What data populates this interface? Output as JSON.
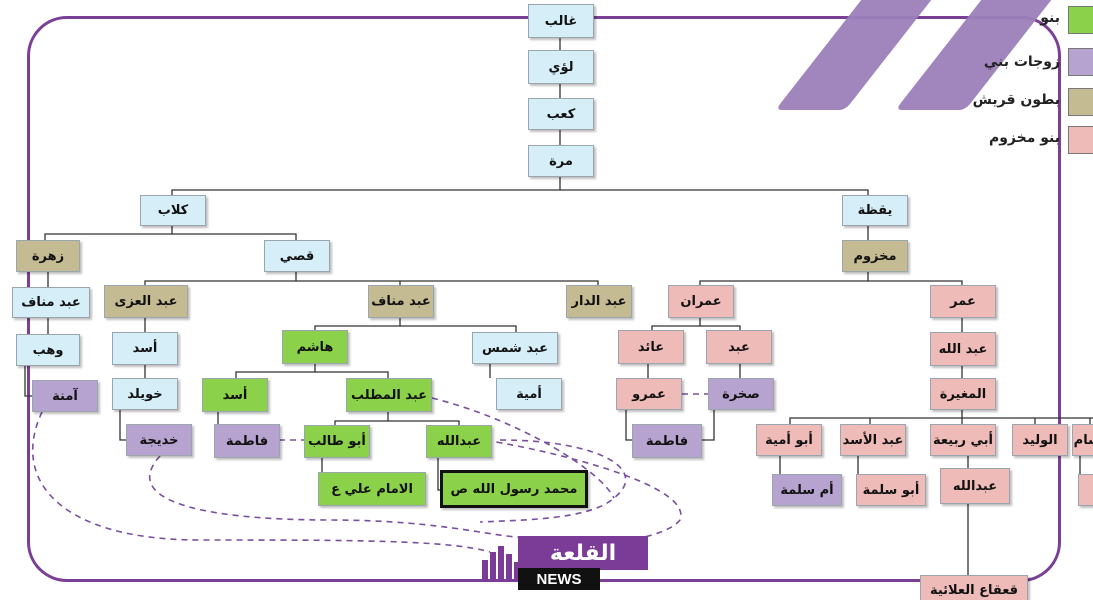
{
  "colors": {
    "frame": "#7a3f96",
    "blue": "#d6eef8",
    "green": "#8bd14a",
    "purple": "#b7a3cf",
    "tan": "#c4bb93",
    "pink": "#eebbb8"
  },
  "legend": [
    {
      "label": "بنو",
      "color": "#8bd14a"
    },
    {
      "label": "زوجات بني",
      "color": "#b7a3cf"
    },
    {
      "label": "بطون قريش",
      "color": "#c4bb93"
    },
    {
      "label": "بنو مخزوم",
      "color": "#eebbb8"
    }
  ],
  "nodes": {
    "ghalib": {
      "label": "غالب",
      "color": "blue"
    },
    "luay": {
      "label": "لؤي",
      "color": "blue"
    },
    "kaab": {
      "label": "كعب",
      "color": "blue"
    },
    "murra": {
      "label": "مرة",
      "color": "blue"
    },
    "kilab": {
      "label": "كلاب",
      "color": "blue"
    },
    "yaqaza": {
      "label": "يقظة",
      "color": "blue"
    },
    "zuhra": {
      "label": "زهرة",
      "color": "tan"
    },
    "qusay": {
      "label": "قصي",
      "color": "blue"
    },
    "makhzum": {
      "label": "مخزوم",
      "color": "tan"
    },
    "abd_manaf_zuhra": {
      "label": "عبد مناف",
      "color": "blue"
    },
    "abd_uzza": {
      "label": "عبد العزى",
      "color": "tan"
    },
    "abd_manaf": {
      "label": "عبد مناف",
      "color": "tan"
    },
    "abd_dar": {
      "label": "عبد الدار",
      "color": "tan"
    },
    "imran": {
      "label": "عمران",
      "color": "pink"
    },
    "umar": {
      "label": "عمر",
      "color": "pink"
    },
    "wahb": {
      "label": "وهب",
      "color": "blue"
    },
    "asad_uzza": {
      "label": "أسد",
      "color": "blue"
    },
    "hashim": {
      "label": "هاشم",
      "color": "green"
    },
    "abd_shams": {
      "label": "عبد شمس",
      "color": "blue"
    },
    "aidh": {
      "label": "عائد",
      "color": "pink"
    },
    "abd_imran": {
      "label": "عبد",
      "color": "pink"
    },
    "abdullah_umar": {
      "label": "عبد الله",
      "color": "pink"
    },
    "amina": {
      "label": "آمنة",
      "color": "purple"
    },
    "khuwaylid": {
      "label": "خويلد",
      "color": "blue"
    },
    "asad_hashim": {
      "label": "أسد",
      "color": "green"
    },
    "abd_muttalib": {
      "label": "عبد المطلب",
      "color": "green"
    },
    "umayya": {
      "label": "أمية",
      "color": "blue"
    },
    "amr": {
      "label": "عمرو",
      "color": "pink"
    },
    "sakhra": {
      "label": "صخرة",
      "color": "purple"
    },
    "mughira": {
      "label": "المغيرة",
      "color": "pink"
    },
    "khadija": {
      "label": "خديجة",
      "color": "purple"
    },
    "fatima_asad": {
      "label": "فاطمة",
      "color": "purple"
    },
    "abu_talib": {
      "label": "أبو طالب",
      "color": "green"
    },
    "abdullah": {
      "label": "عبدالله",
      "color": "green"
    },
    "fatima_amr": {
      "label": "فاطمة",
      "color": "purple"
    },
    "abu_umayya": {
      "label": "أبو أمية",
      "color": "pink"
    },
    "abd_asad": {
      "label": "عبد الأسد",
      "color": "pink"
    },
    "abu_rabia": {
      "label": "أبي ربيعة",
      "color": "pink"
    },
    "walid": {
      "label": "الوليد",
      "color": "pink"
    },
    "hisham": {
      "label": "هشام",
      "color": "pink"
    },
    "imam_ali": {
      "label": "الامام علي ع",
      "color": "green"
    },
    "muhammad": {
      "label": "محمد رسول الله ص",
      "color": "highlight"
    },
    "umm_salama": {
      "label": "أم سلمة",
      "color": "purple"
    },
    "abu_salama": {
      "label": "أبو سلمة",
      "color": "pink"
    },
    "abdullah_rabia": {
      "label": "عبدالله",
      "color": "pink"
    },
    "abu_jahl": {
      "label": "",
      "color": "pink"
    },
    "qaqaa": {
      "label": "قعقاع العلائية",
      "color": "pink"
    }
  },
  "logo": {
    "arabic": "القلعة",
    "english": "NEWS"
  }
}
